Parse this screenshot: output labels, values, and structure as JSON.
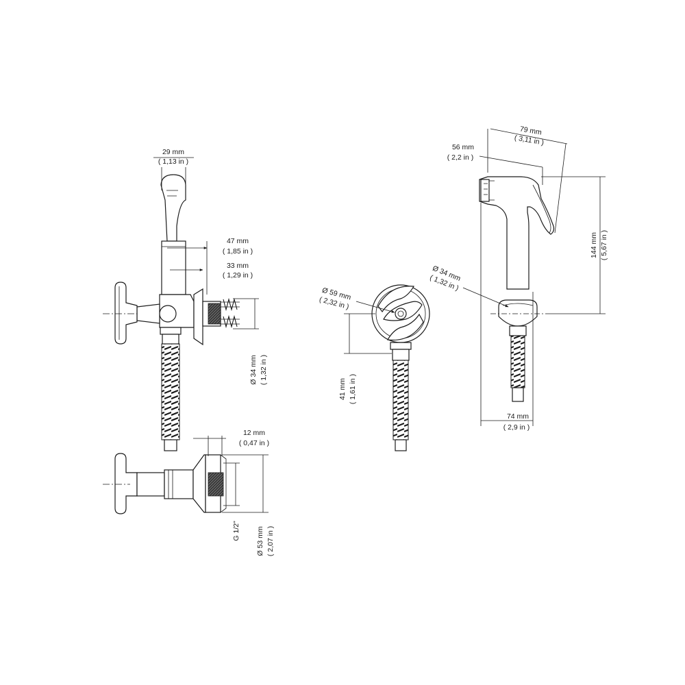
{
  "dimensions": {
    "valve_top_width": {
      "mm": "29 mm",
      "in": "( 1,13 in )"
    },
    "valve_depth_outer": {
      "mm": "47 mm",
      "in": "( 1,85 in )"
    },
    "valve_depth_inner": {
      "mm": "33 mm",
      "in": "( 1,29 in )"
    },
    "valve_outlet_dia": {
      "symbol": "Ø",
      "mm": "34 mm",
      "in": "( 1,32 in )"
    },
    "base_depth": {
      "mm": "12 mm",
      "in": "( 0,47 in )"
    },
    "base_thread": {
      "label": "G 1/2\""
    },
    "base_dia": {
      "symbol": "Ø",
      "mm": "53 mm",
      "in": "( 2,07 in )"
    },
    "rosette_dia": {
      "symbol": "Ø",
      "mm": "59 mm",
      "in": "( 2,32 in )"
    },
    "rosette_height": {
      "mm": "41 mm",
      "in": "( 1,61 in )"
    },
    "spray_total_width": {
      "mm": "79 mm",
      "in": "( 3,11 in )"
    },
    "spray_head_width": {
      "mm": "56 mm",
      "in": "( 2,2 in )"
    },
    "spray_height": {
      "mm": "144 mm",
      "in": "( 5,67 in )"
    },
    "holder_dia": {
      "symbol": "Ø",
      "mm": "34 mm",
      "in": "( 1,32 in )"
    },
    "spray_bottom_width": {
      "mm": "74 mm",
      "in": "( 2,9 in )"
    }
  }
}
